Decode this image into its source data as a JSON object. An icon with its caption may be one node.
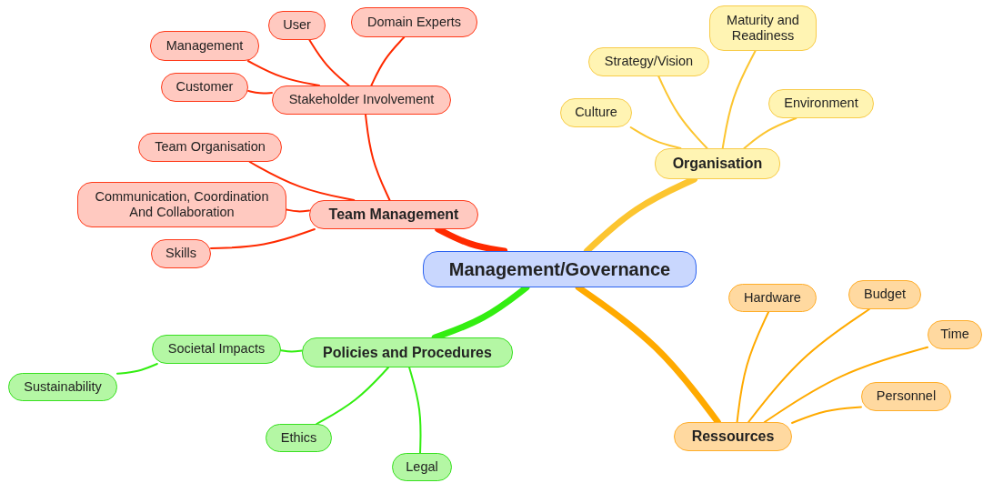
{
  "diagram": {
    "nodes": [
      {
        "text": [
          "Management/Governance"
        ]
      },
      {
        "text": [
          "Team Management"
        ]
      },
      {
        "text": [
          "Stakeholder Involvement"
        ]
      },
      {
        "text": [
          "User"
        ]
      },
      {
        "text": [
          "Domain Experts"
        ]
      },
      {
        "text": [
          "Management"
        ]
      },
      {
        "text": [
          "Customer"
        ]
      },
      {
        "text": [
          "Team Organisation"
        ]
      },
      {
        "text": [
          "Communication, Coordination And Collaboration"
        ]
      },
      {
        "text": [
          "Skills"
        ]
      },
      {
        "text": [
          "Organisation"
        ]
      },
      {
        "text": [
          "Culture"
        ]
      },
      {
        "text": [
          "Strategy/Vision"
        ]
      },
      {
        "text": [
          "Maturity and Readiness"
        ]
      },
      {
        "text": [
          "Environment"
        ]
      },
      {
        "text": [
          "Policies and Procedures"
        ]
      },
      {
        "text": [
          "Societal Impacts"
        ]
      },
      {
        "text": [
          "Sustainability"
        ]
      },
      {
        "text": [
          "Ethics"
        ]
      },
      {
        "text": [
          "Legal"
        ]
      },
      {
        "text": [
          "Ressources"
        ]
      },
      {
        "text": [
          "Hardware"
        ]
      },
      {
        "text": [
          "Budget"
        ]
      },
      {
        "text": [
          "Time"
        ]
      },
      {
        "text": [
          "Personnel"
        ]
      }
    ],
    "edges": [
      {
        "from": 0,
        "to": 1,
        "arrow": "none",
        "style": "thick",
        "color": "#ff2a00"
      },
      {
        "from": 1,
        "to": 2,
        "arrow": "none",
        "color": "#ff2a00"
      },
      {
        "from": 2,
        "to": 3,
        "arrow": "none",
        "color": "#ff2a00"
      },
      {
        "from": 2,
        "to": 4,
        "arrow": "none",
        "color": "#ff2a00"
      },
      {
        "from": 2,
        "to": 5,
        "arrow": "none",
        "color": "#ff2a00"
      },
      {
        "from": 2,
        "to": 6,
        "arrow": "none",
        "color": "#ff2a00"
      },
      {
        "from": 1,
        "to": 7,
        "arrow": "none",
        "color": "#ff2a00"
      },
      {
        "from": 1,
        "to": 8,
        "arrow": "none",
        "color": "#ff2a00"
      },
      {
        "from": 1,
        "to": 9,
        "arrow": "none",
        "color": "#ff2a00"
      },
      {
        "from": 0,
        "to": 10,
        "arrow": "none",
        "style": "thick",
        "color": "#fcc530"
      },
      {
        "from": 10,
        "to": 11,
        "arrow": "none",
        "color": "#fcc530"
      },
      {
        "from": 10,
        "to": 12,
        "arrow": "none",
        "color": "#fcc530"
      },
      {
        "from": 10,
        "to": 13,
        "arrow": "none",
        "color": "#fcc530"
      },
      {
        "from": 10,
        "to": 14,
        "arrow": "none",
        "color": "#fcc530"
      },
      {
        "from": 0,
        "to": 15,
        "arrow": "none",
        "style": "thick",
        "color": "#33ee11"
      },
      {
        "from": 15,
        "to": 16,
        "arrow": "none",
        "color": "#33ee11"
      },
      {
        "from": 16,
        "to": 17,
        "arrow": "none",
        "color": "#33ee11"
      },
      {
        "from": 15,
        "to": 18,
        "arrow": "none",
        "color": "#33ee11"
      },
      {
        "from": 15,
        "to": 19,
        "arrow": "none",
        "color": "#33ee11"
      },
      {
        "from": 0,
        "to": 20,
        "arrow": "none",
        "style": "thick",
        "color": "#ffaa00"
      },
      {
        "from": 20,
        "to": 21,
        "arrow": "none",
        "color": "#ffaa00"
      },
      {
        "from": 20,
        "to": 22,
        "arrow": "none",
        "color": "#ffaa00"
      },
      {
        "from": 20,
        "to": 23,
        "arrow": "none",
        "color": "#ffaa00"
      },
      {
        "from": 20,
        "to": 24,
        "arrow": "none",
        "color": "#ffaa00"
      }
    ]
  }
}
